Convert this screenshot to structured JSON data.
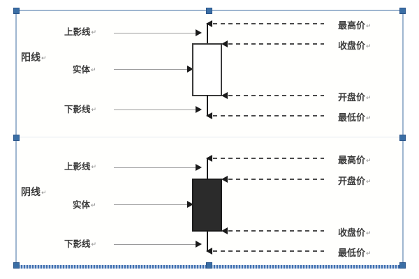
{
  "document": {
    "selection_state": "image-selected",
    "accent_color": "#3a6ea5",
    "canvas_border_color": "#c9d4e2"
  },
  "diagram": {
    "title_bullish": "阳线",
    "title_bearish": "阴线",
    "pilcrow": "↵",
    "part_labels": {
      "upper_shadow": "上影线",
      "body": "实体",
      "lower_shadow": "下影线"
    },
    "price_labels": {
      "highest": "最高价",
      "close": "收盘价",
      "open": "开盘价",
      "lowest": "最低价"
    }
  },
  "panels": [
    {
      "id": "bullish",
      "title": "阳线",
      "candle_type": "hollow",
      "candle_fill": "#ffffff",
      "candle_border": "#3a3a3a",
      "left_callouts": [
        {
          "label": "上影线",
          "target": "upper-shadow"
        },
        {
          "label": "实体",
          "target": "body"
        },
        {
          "label": "下影线",
          "target": "lower-shadow"
        }
      ],
      "right_callouts": [
        {
          "label": "最高价",
          "target": "wick-top"
        },
        {
          "label": "收盘价",
          "target": "body-top"
        },
        {
          "label": "开盘价",
          "target": "body-bottom"
        },
        {
          "label": "最低价",
          "target": "wick-bottom"
        }
      ]
    },
    {
      "id": "bearish",
      "title": "阴线",
      "candle_type": "filled",
      "candle_fill": "#2b2b2b",
      "candle_border": "#1b1b1b",
      "left_callouts": [
        {
          "label": "上影线",
          "target": "upper-shadow"
        },
        {
          "label": "实体",
          "target": "body"
        },
        {
          "label": "下影线",
          "target": "lower-shadow"
        }
      ],
      "right_callouts": [
        {
          "label": "最高价",
          "target": "wick-top"
        },
        {
          "label": "开盘价",
          "target": "body-top"
        },
        {
          "label": "收盘价",
          "target": "body-bottom"
        },
        {
          "label": "最低价",
          "target": "wick-bottom"
        }
      ]
    }
  ]
}
